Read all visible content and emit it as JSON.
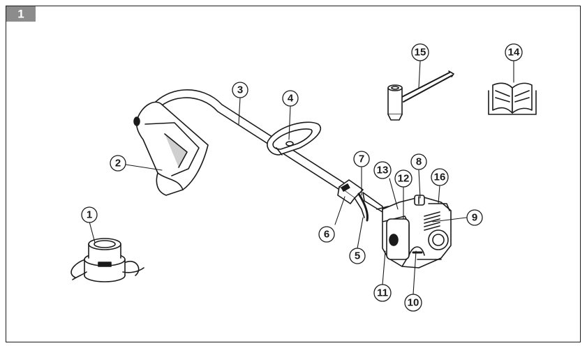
{
  "figure": {
    "number": "1"
  },
  "callouts": [
    {
      "id": "1"
    },
    {
      "id": "2"
    },
    {
      "id": "3"
    },
    {
      "id": "4"
    },
    {
      "id": "5"
    },
    {
      "id": "6"
    },
    {
      "id": "7"
    },
    {
      "id": "8"
    },
    {
      "id": "9"
    },
    {
      "id": "10"
    },
    {
      "id": "11"
    },
    {
      "id": "12"
    },
    {
      "id": "13"
    },
    {
      "id": "14"
    },
    {
      "id": "15"
    },
    {
      "id": "16"
    }
  ],
  "colors": {
    "ink": "#1a1a1a",
    "tab": "#8c8c8c",
    "fill": "#ffffff",
    "shade": "#cfcfcf"
  }
}
